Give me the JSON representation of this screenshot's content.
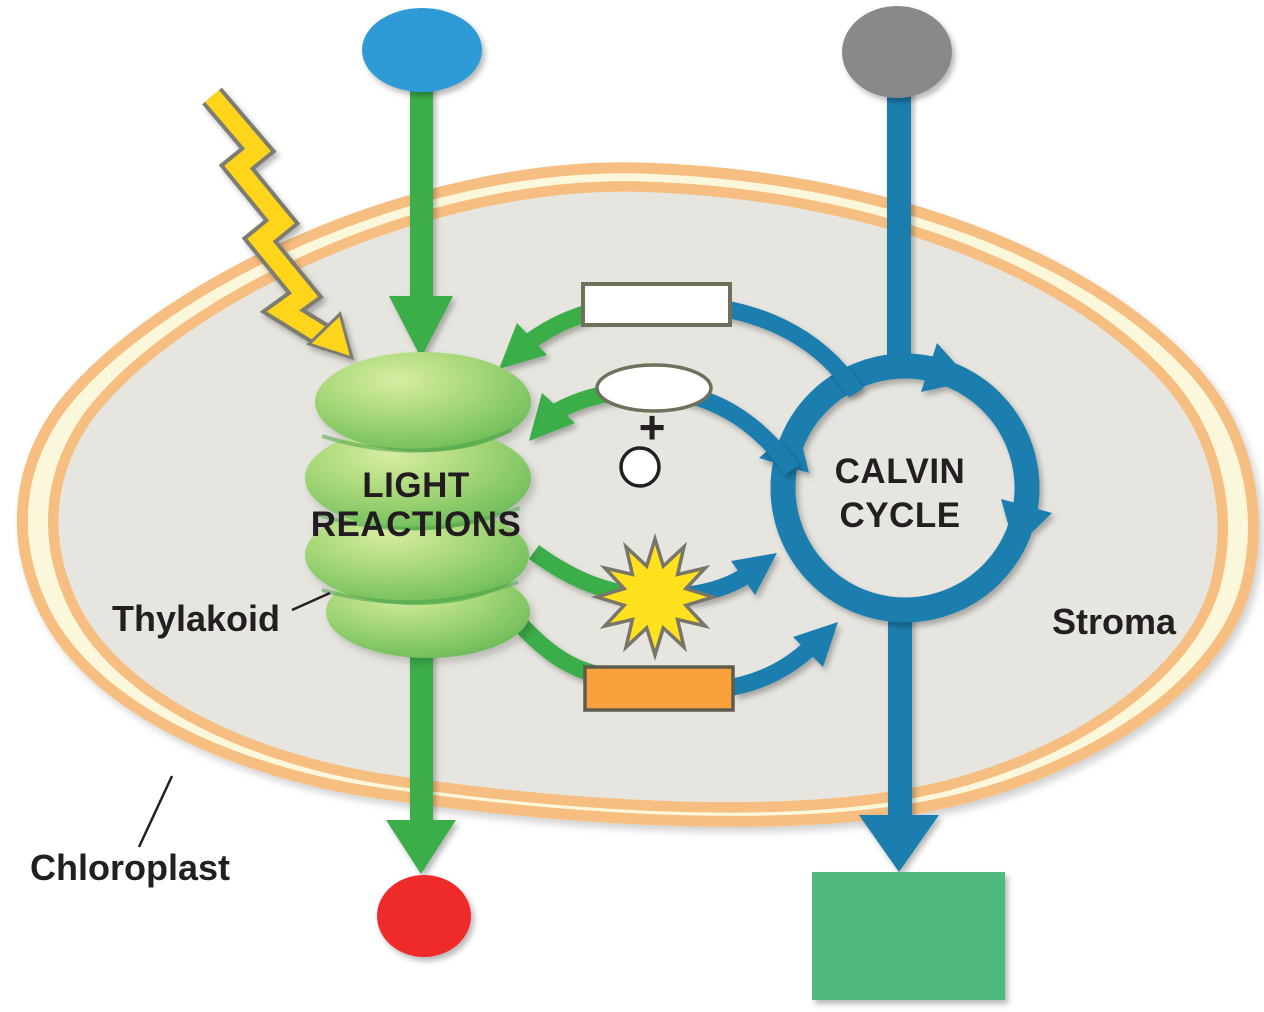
{
  "diagram": {
    "type": "biology-process-diagram",
    "subject": "photosynthesis in a chloroplast"
  },
  "labels": {
    "light_reactions_line1": "LIGHT",
    "light_reactions_line2": "REACTIONS",
    "calvin_cycle_line1": "CALVIN",
    "calvin_cycle_line2": "CYCLE",
    "thylakoid": "Thylakoid",
    "chloroplast": "Chloroplast",
    "stroma": "Stroma",
    "plus_sign": "+"
  },
  "blanks": {
    "top_input_oval_label": "",
    "top_right_input_oval_label": "",
    "white_rectangle_label": "",
    "white_ellipse_label": "",
    "white_circle_label": "",
    "energy_burst_label": "",
    "orange_rectangle_label": "",
    "red_oval_label": "",
    "green_rectangle_label": ""
  },
  "colors": {
    "background": "#FFFFFF",
    "membrane_orange": "#F6BE80",
    "membrane_cream": "#FBF7DB",
    "stroma_gray": "#E6E5DF",
    "green_arrow": "#3BAD49",
    "blue_arrow": "#1B7EAF",
    "light_input_oval": "#2E9BD6",
    "co2_input_oval": "#88898B",
    "output_oval_red": "#EE2C2C",
    "output_box_green": "#50B97E",
    "blank_box_fill": "#FFFFFF",
    "blank_box_border": "#6E705C",
    "energy_burst_yellow": "#FFE11E",
    "energy_burst_border": "#787569",
    "orange_box": "#F9A13A",
    "orange_box_border": "#5E5B4F",
    "lightning_yellow": "#FFD51F",
    "lightning_border": "#7D7B71",
    "text": "#231F20"
  }
}
